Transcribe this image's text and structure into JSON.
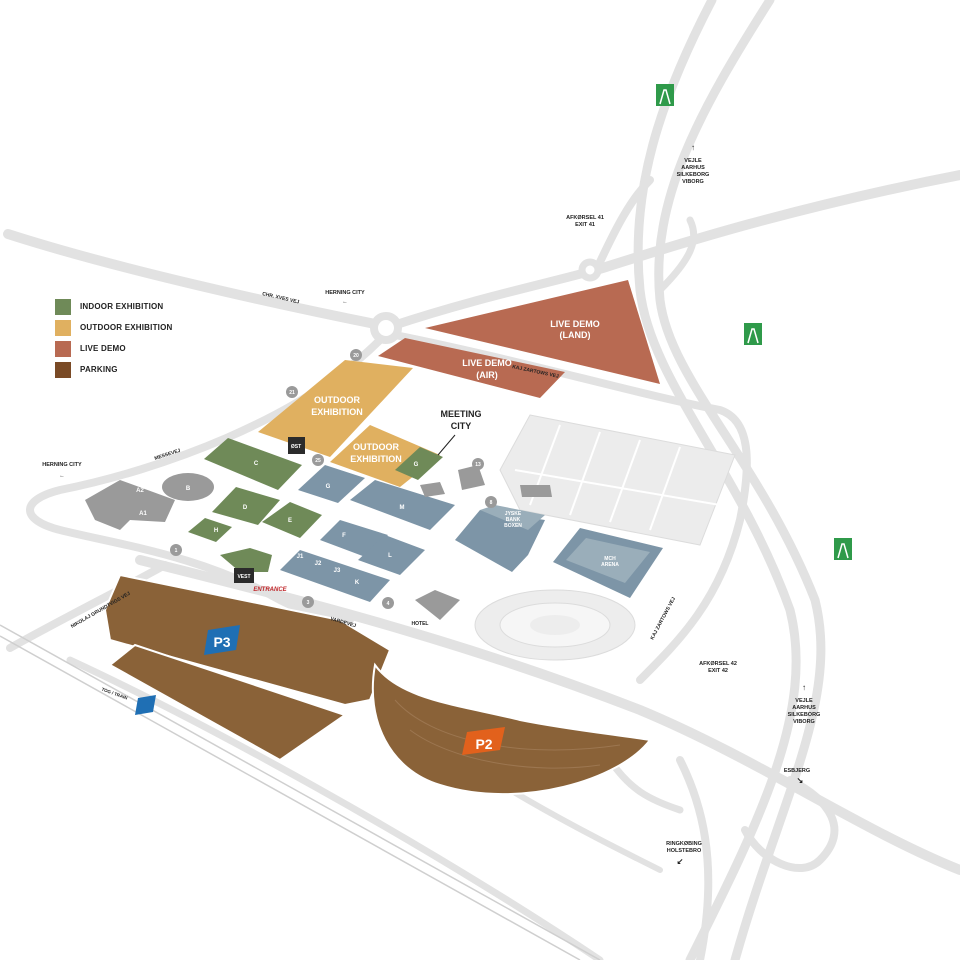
{
  "legend": {
    "items": [
      {
        "label": "INDOOR EXHIBITION",
        "color": "#6f8a58"
      },
      {
        "label": "OUTDOOR EXHIBITION",
        "color": "#e0b060"
      },
      {
        "label": "LIVE DEMO",
        "color": "#b86a52"
      },
      {
        "label": "PARKING",
        "color": "#7a4a26"
      }
    ]
  },
  "colors": {
    "indoor": "#6f8a58",
    "outdoor": "#e0b060",
    "live_demo": "#b86a52",
    "parking": "#8a6238",
    "hall_blue": "#7d95a7",
    "hall_grey": "#9a9a9a",
    "road": "#e2e2e2",
    "motorway_sign": "#2f9a4a",
    "p3_badge": "#1f6fb4",
    "p2_badge": "#e2611c"
  },
  "areas": {
    "live_demo_land": [
      "LIVE DEMO",
      "(LAND)"
    ],
    "live_demo_air": [
      "LIVE DEMO",
      "(AIR)"
    ],
    "outdoor_1": [
      "OUTDOOR",
      "EXHIBITION"
    ],
    "outdoor_2": [
      "OUTDOOR",
      "EXHIBITION"
    ],
    "meeting_city": [
      "MEETING",
      "CITY"
    ],
    "p3": "P3",
    "p2": "P2"
  },
  "halls": [
    "C",
    "B",
    "A2",
    "A1",
    "D",
    "E",
    "F",
    "G",
    "H",
    "M",
    "L",
    "K",
    "J1",
    "J2",
    "J3",
    "G"
  ],
  "buildings": {
    "jyske": [
      "JYSKE",
      "BANK",
      "BOXEN"
    ],
    "mch_arena": [
      "MCH",
      "ARENA"
    ],
    "hotel": "HOTEL",
    "vest": "VEST",
    "ost": "ØST",
    "entrance": "ENTRANCE"
  },
  "streets": {
    "chr_xves": "CHR. XVES VEJ",
    "kaj_zartows_top": "KAJ ZARTOWS VEJ",
    "kaj_zartows_right": "KAJ ZARTOWS VEJ",
    "messevej": "MESSEVEJ",
    "nikolaj": "NIKOLAJ GRUNDTVIGS VEJ",
    "vardevej": "VARDEVEJ"
  },
  "gates": [
    "20",
    "21",
    "25",
    "13",
    "8",
    "1",
    "3",
    "4"
  ],
  "directions": {
    "herning_city_top": "HERNING CITY",
    "herning_city_left": "HERNING CITY",
    "vejle_top": [
      "VEJLE",
      "AARHUS",
      "SILKEBORG",
      "VIBORG"
    ],
    "afkorsel_41": [
      "AFKØRSEL 41",
      "EXIT 41"
    ],
    "afkorsel_42": [
      "AFKØRSEL 42",
      "EXIT 42"
    ],
    "vejle_bottom": [
      "VEJLE",
      "AARHUS",
      "SILKEBORG",
      "VIBORG"
    ],
    "esbjerg": "ESBJERG",
    "ringkobing": [
      "RINGKØBING",
      "HOLSTEBRO"
    ],
    "tog_train": "TOG / TRAIN"
  }
}
